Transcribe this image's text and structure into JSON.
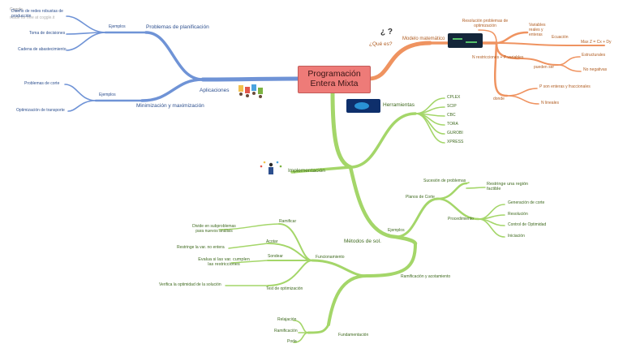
{
  "watermark": {
    "line1": "Coggle",
    "line2": "made for free at coggle.it"
  },
  "central": {
    "line1": "Programación",
    "line2": "Entera Mixta"
  },
  "colors": {
    "central_fill": "#ee7b78",
    "blue_branch": "#6f93d6",
    "orange_branch": "#ef9360",
    "green_branch": "#a4d669"
  },
  "aplicaciones": {
    "label": "Aplicaciones",
    "planificacion": {
      "label": "Problemas de planificación",
      "ejemplos": "Ejemplos",
      "items": [
        "Diseño de redes robustas de producción",
        "Toma de decisiones",
        "Cadena de abastecimiento"
      ]
    },
    "minimizacion": {
      "label": "Minimización y maximización",
      "ejemplos": "Ejemplos",
      "items": [
        "Problemas de corte",
        "Optimización de transporte"
      ]
    }
  },
  "que_es": {
    "label": "¿Qué es?",
    "question_marks": "¿ ?",
    "modelo": "Modelo matemático",
    "resolucion": "Resolución problemas de optimización",
    "variables": "Variables reales y enteras",
    "ecuacion": "Ecuación",
    "max": "Max Z = Cx + Dy",
    "n_restricciones": "N restricciones + P variables",
    "pueden_ser": "pueden ser",
    "estructurales": "Estructurales",
    "no_negativas": "No negativas",
    "donde": "donde",
    "p_no_enteras": "P son enteras y fraccionales",
    "n_lineales": "N lineales"
  },
  "implementacion": {
    "label": "Implementación",
    "herramientas": {
      "label": "Herramientas",
      "items": [
        "CPLEX",
        "SCIP",
        "CBC",
        "TORA",
        "GUROBI",
        "XPRESS"
      ]
    },
    "metodos": {
      "label": "Métodos de sol.",
      "ejemplos": "Ejemplos",
      "planos": {
        "label": "Planos de Corte",
        "sucesion": "Sucesión de problemas",
        "restringe": "Restringe una región factible",
        "procedimiento": "Procedimiento",
        "pasos": [
          "Generación de corte",
          "Resolución",
          "Control de Optimidad",
          "Iniciación"
        ]
      },
      "ramificacion": {
        "label": "Ramificación y acotamiento",
        "funcionamiento": {
          "label": "Funcionamiento",
          "items": [
            "Ramificar",
            "Acotar",
            "Sondear",
            "Test de optimización"
          ],
          "ramificar_desc": "Divide en subproblemas para nuevos análisis",
          "acotar_desc": "Restringe la var. no entera",
          "sondear_desc": "Evalua si las var. cumplen las restricciones",
          "test_desc": "Verifica la optimidad de la solución"
        },
        "fundamentacion": {
          "label": "Fundamentación",
          "items": [
            "Relajación",
            "Ramificación",
            "Poda"
          ]
        }
      }
    }
  }
}
